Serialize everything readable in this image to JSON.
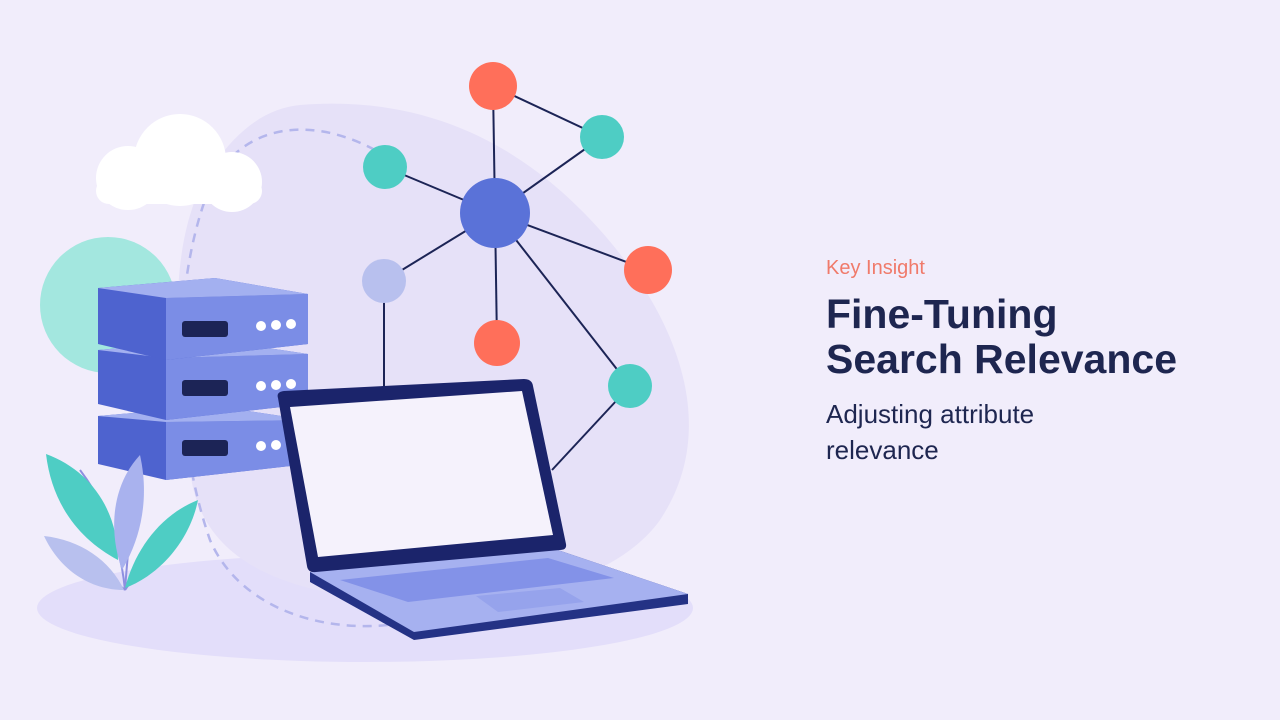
{
  "slide": {
    "eyebrow": "Key Insight",
    "title_line1": "Fine-Tuning",
    "title_line2": "Search Relevance",
    "subtitle": "Adjusting attribute relevance"
  },
  "colors": {
    "background": "#f1edfb",
    "accent": "#f07a6a",
    "text": "#1e2650",
    "node_primary": "#5a72d8",
    "node_teal": "#4ecdc4",
    "node_coral": "#ff6f5a",
    "node_lavender": "#b8c0ee"
  },
  "illustration": {
    "icons": [
      "cloud-icon",
      "server-stack-icon",
      "network-graph-icon",
      "laptop-icon",
      "plant-icon"
    ]
  }
}
